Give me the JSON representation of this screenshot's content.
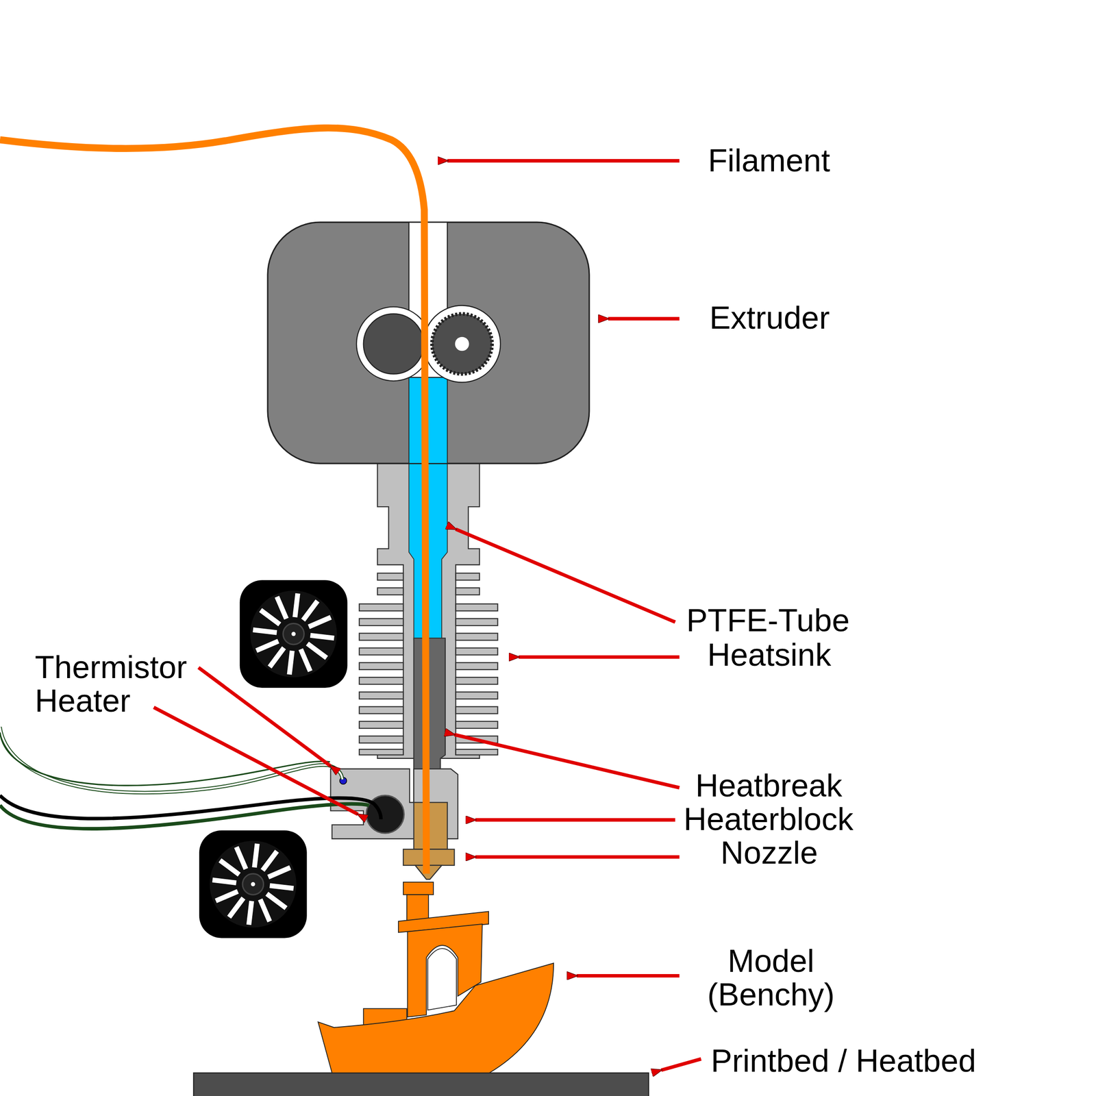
{
  "diagram": {
    "labels": [
      "Filament",
      "Extruder",
      "PTFE-Tube",
      "Heatsink",
      "Thermistor",
      "Heater",
      "Heatbreak",
      "Heaterblock",
      "Nozzle",
      "Model (Benchy)",
      "Printbed / Heatbed"
    ]
  }
}
